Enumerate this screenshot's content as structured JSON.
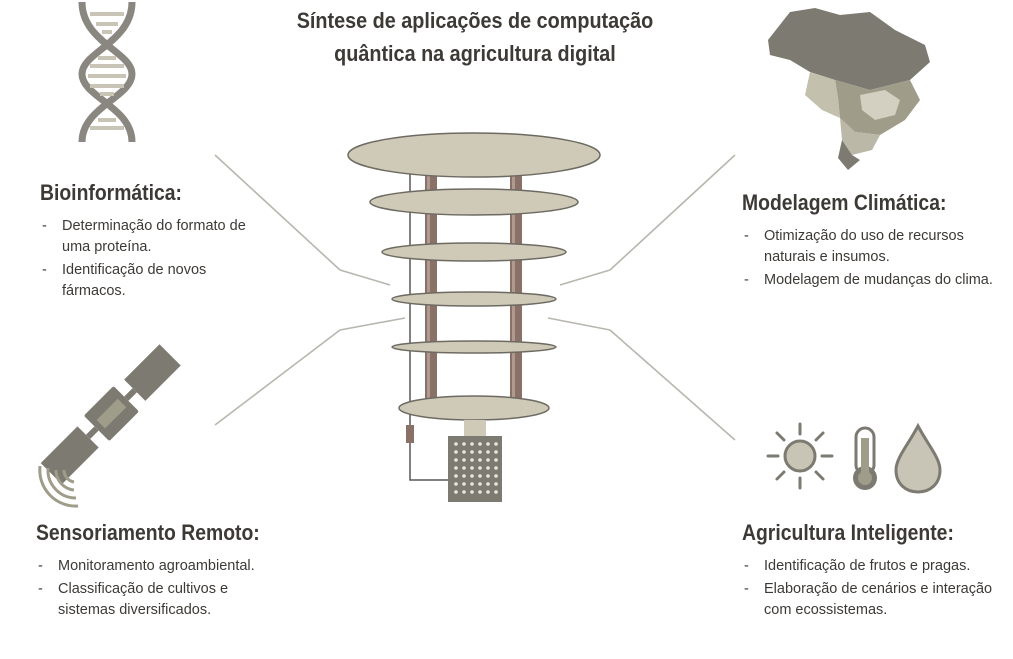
{
  "title": {
    "line1": "Síntese de aplicações de computação",
    "line2": "quântica na agricultura digital"
  },
  "sections": {
    "bio": {
      "heading": "Bioinformática:",
      "items": [
        "Determinação do formato de uma proteína.",
        "Identificação de novos fármacos."
      ]
    },
    "clima": {
      "heading": "Modelagem Climática:",
      "items": [
        "Otimização do uso de recursos naturais e insumos.",
        "Modelagem de mudanças do clima."
      ]
    },
    "sens": {
      "heading": "Sensoriamento Remoto:",
      "items": [
        "Monitoramento agroambiental.",
        "Classificação de cultivos  e sistemas diversificados."
      ]
    },
    "agri": {
      "heading": "Agricultura Inteligente:",
      "items": [
        "Identificação de frutos e pragas.",
        "Elaboração de cenários e interação com ecossistemas."
      ]
    }
  },
  "colors": {
    "text": "#3d3a36",
    "dark_gray": "#7d7a72",
    "mid_tan": "#a09c8a",
    "light_tan": "#d3d0c1",
    "pillar": "#8a7168"
  },
  "icons": [
    "dna-icon",
    "brazil-map-icon",
    "quantum-computer-icon",
    "satellite-icon",
    "sun-icon",
    "thermometer-icon",
    "water-drop-icon"
  ]
}
